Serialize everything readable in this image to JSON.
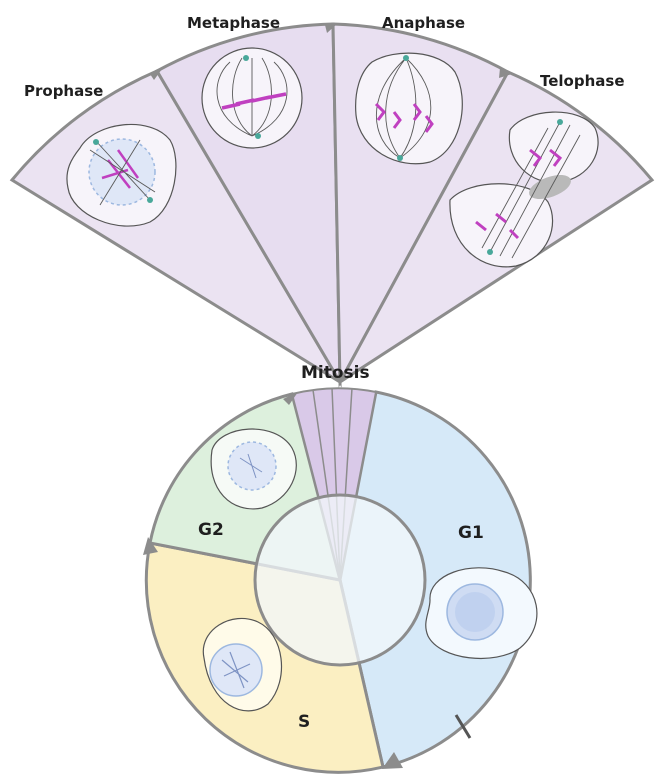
{
  "diagram": {
    "mitosis_label": "Mitosis",
    "phases": [
      {
        "name": "Prophase"
      },
      {
        "name": "Metaphase"
      },
      {
        "name": "Anaphase"
      },
      {
        "name": "Telophase"
      }
    ],
    "cycle_phases": [
      {
        "name": "G1"
      },
      {
        "name": "S"
      },
      {
        "name": "G2"
      }
    ]
  },
  "colors": {
    "mitosis_fill": "#ebe3f2",
    "g1_fill": "#d6e9f8",
    "s_fill": "#fbefc2",
    "g2_fill": "#ddf0dd",
    "inner_fill": "#f2f7fb",
    "outline": "#8c8c8c",
    "chromosome": "#c040c0",
    "spindle": "#5a5a5a",
    "nucleus": "#9db8e0"
  }
}
